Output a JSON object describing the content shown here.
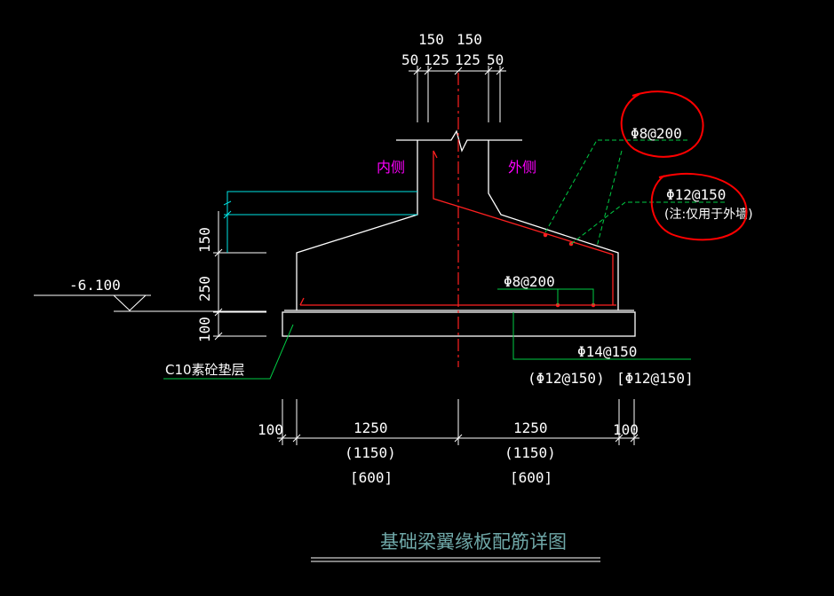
{
  "title": "基础梁翼缘板配筋详图",
  "elevation": "-6.100",
  "labels": {
    "inner_side": "内侧",
    "outer_side": "外侧",
    "rebar_slope": "Φ8@200",
    "rebar_outer": "Φ12@150",
    "rebar_outer_note": "(注:仅用于外墙)",
    "rebar_bottom_dist": "Φ8@200",
    "rebar_bottom_main": "Φ14@150",
    "rebar_alt1": "(Φ12@150)",
    "rebar_alt2": "[Φ12@150]",
    "cushion": "C10素砼垫层"
  },
  "dims_top": {
    "row1_left": "150",
    "row1_right": "150",
    "row2": [
      "50",
      "125",
      "125",
      "50"
    ]
  },
  "dims_left": [
    "150",
    "250",
    "100"
  ],
  "dims_bottom": {
    "left_edge": "100",
    "left": "1250",
    "right": "1250",
    "right_edge": "100",
    "left_alt1": "(1150)",
    "right_alt1": "(1150)",
    "left_alt2": "[600]",
    "right_alt2": "[600]"
  },
  "colors": {
    "background": "#000000",
    "outline": "#ffffff",
    "rebar": "#ff2020",
    "dimension_cyan": "#00e5e5",
    "leader_green": "#00cc44",
    "side_labels": "#ff00ff",
    "annotation_circle": "#ff0000",
    "title": "#6fa8a8"
  }
}
